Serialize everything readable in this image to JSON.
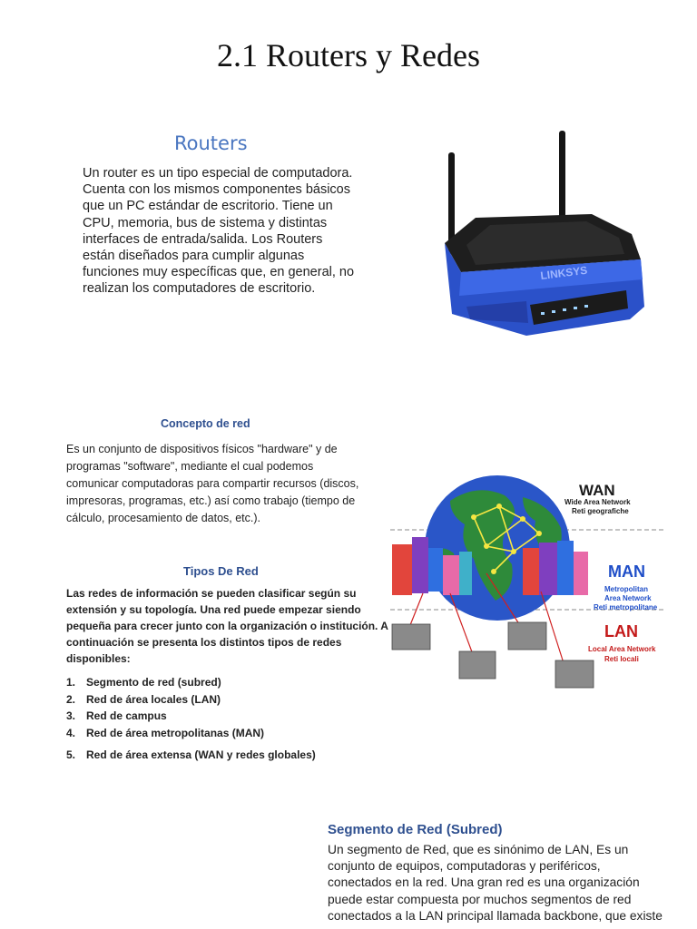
{
  "title": "2.1 Routers y Redes",
  "routers": {
    "heading": "Routers",
    "body": "Un router es un tipo especial de computadora. Cuenta con los mismos componentes básicos que un PC estándar de escritorio. Tiene un CPU, memoria, bus de sistema y distintas interfaces de entrada/salida. Los Routers están diseñados para cumplir algunas funciones muy específicas que, en general, no realizan los computadores de escritorio."
  },
  "concepto": {
    "heading": "Concepto de red",
    "body": "Es un conjunto de dispositivos físicos \"hardware\" y de programas \"software\", mediante el cual podemos comunicar computadoras para compartir recursos (discos, impresoras, programas, etc.) así como trabajo (tiempo de cálculo, procesamiento de datos, etc.)."
  },
  "tipos": {
    "heading": "Tipos De Red",
    "intro": "Las redes de información se pueden clasificar según su extensión y su topología. Una red puede empezar siendo pequeña para crecer junto con la organización o institución. A continuación se presenta los distintos tipos de redes disponibles:",
    "items": [
      {
        "num": "1.",
        "label": "Segmento de red (subred)"
      },
      {
        "num": "2.",
        "label": "Red de área locales (LAN)"
      },
      {
        "num": "3.",
        "label": "Red de campus"
      },
      {
        "num": "4.",
        "label": "Red de área metropolitanas (MAN)"
      },
      {
        "num": "5.",
        "label": "Red de área extensa (WAN y redes globales)"
      }
    ]
  },
  "network_figure": {
    "wan": {
      "title": "WAN",
      "sub1": "Wide Area Network",
      "sub2": "Reti geografiche"
    },
    "man": {
      "title": "MAN",
      "sub1": "Metropolitan",
      "sub2": "Area Network",
      "sub3": "Reti metropolitane"
    },
    "lan": {
      "title": "LAN",
      "sub1": "Local Area Network",
      "sub2": "Reti locali"
    }
  },
  "router_figure": {
    "brand": "LINKSYS"
  },
  "segmento": {
    "heading": "Segmento de Red (Subred)",
    "body": "Un segmento de Red, que es sinónimo de LAN, Es un conjunto de equipos, computadoras y periféricos, conectados en la red. Una gran red es una organización puede estar compuesta por muchos segmentos de red conectados a la LAN principal llamada backbone, que existe"
  },
  "colors": {
    "heading_blue": "#4a76c0",
    "subheading_blue": "#2e4f8f",
    "wan_label": "#1a1a1a",
    "man_label": "#1f4ec8",
    "lan_label": "#c41a1a"
  }
}
